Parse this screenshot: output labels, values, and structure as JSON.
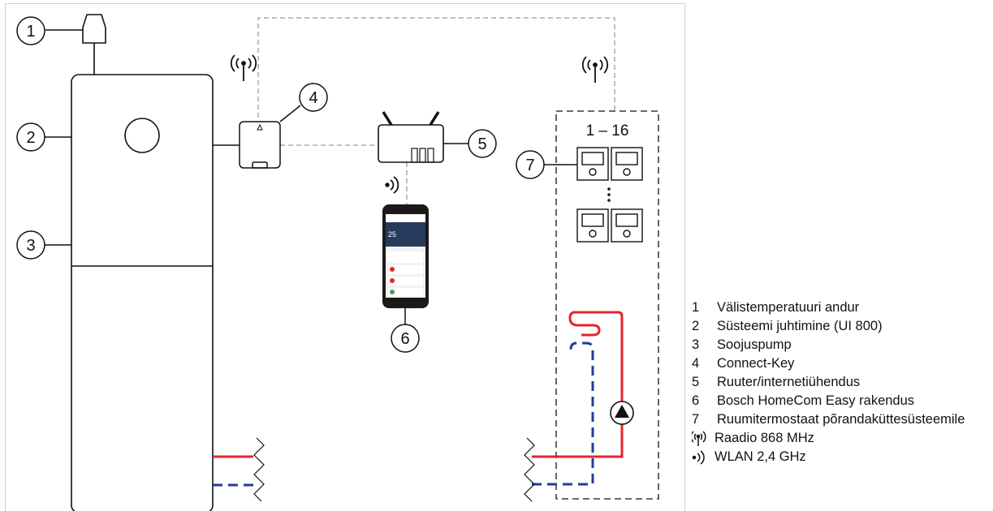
{
  "callouts": [
    "1",
    "2",
    "3",
    "4",
    "5",
    "6",
    "7"
  ],
  "thermostat_range": "1 – 16",
  "legend": {
    "items": [
      {
        "num": "1",
        "text": "Välistemperatuuri andur"
      },
      {
        "num": "2",
        "text": "Süsteemi juhtimine (UI 800)"
      },
      {
        "num": "3",
        "text": "Soojuspump"
      },
      {
        "num": "4",
        "text": "Connect-Key"
      },
      {
        "num": "5",
        "text": "Ruuter/internetiühendus"
      },
      {
        "num": "6",
        "text": "Bosch HomeCom Easy rakendus"
      },
      {
        "num": "7",
        "text": "Ruumitermostaat põrandaküttesüsteemile"
      }
    ],
    "radio": {
      "icon": "radio-antenna-icon",
      "text": "Raadio 868 MHz"
    },
    "wlan": {
      "icon": "wifi-waves-icon",
      "text": "WLAN 2,4 GHz"
    }
  },
  "colors": {
    "supply_line": "#e3262b",
    "return_line": "#1f3c98",
    "line": "#111111",
    "dashed": "#9a9a9a",
    "frame": "#cfcfcf"
  }
}
